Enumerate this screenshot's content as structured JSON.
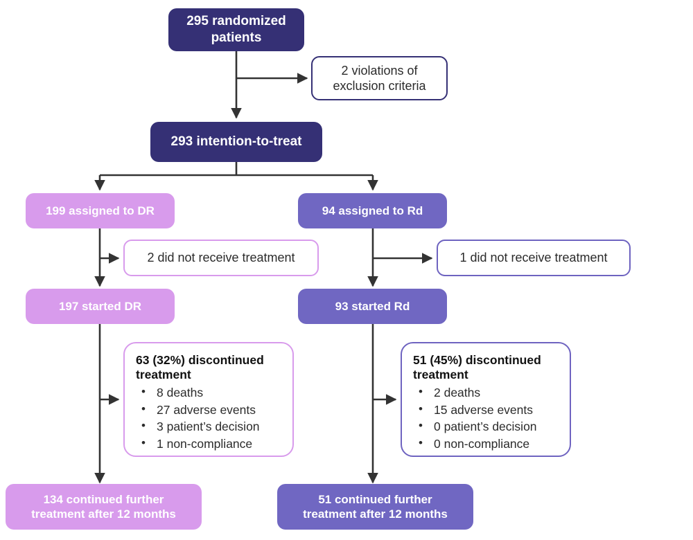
{
  "diagram": {
    "title": "CONSORT patient flow diagram",
    "colors": {
      "navy": "#353075",
      "lilac": "#D89BEC",
      "violet": "#7067C2",
      "connector": "#333333",
      "background": "#FFFFFF"
    }
  },
  "nodes": {
    "randomized": {
      "line1": "295 randomized",
      "line2": "patients"
    },
    "exclusions": {
      "line1": "2 violations of",
      "line2": "exclusion criteria"
    },
    "itt": {
      "label": "293 intention-to-treat"
    },
    "assigned_dr": {
      "label": "199 assigned to DR"
    },
    "assigned_rd": {
      "label": "94 assigned to Rd"
    },
    "not_received_dr": {
      "label": "2 did not receive treatment"
    },
    "not_received_rd": {
      "label": "1 did not receive treatment"
    },
    "started_dr": {
      "label": "197 started DR"
    },
    "started_rd": {
      "label": "93 started Rd"
    },
    "discontinued_dr": {
      "head_line1": "63 (32%) discontinued",
      "head_line2": "treatment",
      "items": [
        "8 deaths",
        "27 adverse events",
        "3 patient’s decision",
        "1 non-compliance"
      ]
    },
    "discontinued_rd": {
      "head_line1": "51 (45%) discontinued",
      "head_line2": "treatment",
      "items": [
        "2 deaths",
        "15 adverse events",
        "0 patient’s decision",
        "0 non-compliance"
      ]
    },
    "continued_dr": {
      "line1": "134 continued further",
      "line2": "treatment after 12 months"
    },
    "continued_rd": {
      "line1": "51 continued further",
      "line2": "treatment after 12 months"
    }
  },
  "chart_data": {
    "type": "diagram",
    "title": "CONSORT patient flow diagram",
    "flow": [
      {
        "id": "randomized",
        "label": "295 randomized patients",
        "value": 295,
        "arm": "all"
      },
      {
        "id": "exclusions",
        "label": "2 violations of exclusion criteria",
        "value": 2,
        "arm": "all"
      },
      {
        "id": "itt",
        "label": "293 intention-to-treat",
        "value": 293,
        "arm": "all"
      },
      {
        "id": "assigned_dr",
        "label": "199 assigned to DR",
        "value": 199,
        "arm": "DR"
      },
      {
        "id": "assigned_rd",
        "label": "94 assigned to Rd",
        "value": 94,
        "arm": "Rd"
      },
      {
        "id": "not_received_dr",
        "label": "2 did not receive treatment",
        "value": 2,
        "arm": "DR"
      },
      {
        "id": "not_received_rd",
        "label": "1 did not receive treatment",
        "value": 1,
        "arm": "Rd"
      },
      {
        "id": "started_dr",
        "label": "197 started DR",
        "value": 197,
        "arm": "DR"
      },
      {
        "id": "started_rd",
        "label": "93 started Rd",
        "value": 93,
        "arm": "Rd"
      },
      {
        "id": "discontinued_dr",
        "label": "63 (32%) discontinued treatment",
        "value": 63,
        "percent": 32,
        "arm": "DR",
        "reasons": [
          {
            "reason": "deaths",
            "value": 8
          },
          {
            "reason": "adverse events",
            "value": 27
          },
          {
            "reason": "patient’s decision",
            "value": 3
          },
          {
            "reason": "non-compliance",
            "value": 1
          }
        ]
      },
      {
        "id": "discontinued_rd",
        "label": "51 (45%) discontinued treatment",
        "value": 51,
        "percent": 45,
        "arm": "Rd",
        "reasons": [
          {
            "reason": "deaths",
            "value": 2
          },
          {
            "reason": "adverse events",
            "value": 15
          },
          {
            "reason": "patient’s decision",
            "value": 0
          },
          {
            "reason": "non-compliance",
            "value": 0
          }
        ]
      },
      {
        "id": "continued_dr",
        "label": "134 continued further treatment after 12 months",
        "value": 134,
        "arm": "DR"
      },
      {
        "id": "continued_rd",
        "label": "51 continued further treatment after 12 months",
        "value": 51,
        "arm": "Rd"
      }
    ],
    "edges": [
      {
        "from": "randomized",
        "to": "itt"
      },
      {
        "from": "randomized",
        "to": "exclusions"
      },
      {
        "from": "itt",
        "to": "assigned_dr"
      },
      {
        "from": "itt",
        "to": "assigned_rd"
      },
      {
        "from": "assigned_dr",
        "to": "not_received_dr"
      },
      {
        "from": "assigned_dr",
        "to": "started_dr"
      },
      {
        "from": "assigned_rd",
        "to": "not_received_rd"
      },
      {
        "from": "assigned_rd",
        "to": "started_rd"
      },
      {
        "from": "started_dr",
        "to": "discontinued_dr"
      },
      {
        "from": "started_dr",
        "to": "continued_dr"
      },
      {
        "from": "started_rd",
        "to": "discontinued_rd"
      },
      {
        "from": "started_rd",
        "to": "continued_rd"
      }
    ]
  }
}
